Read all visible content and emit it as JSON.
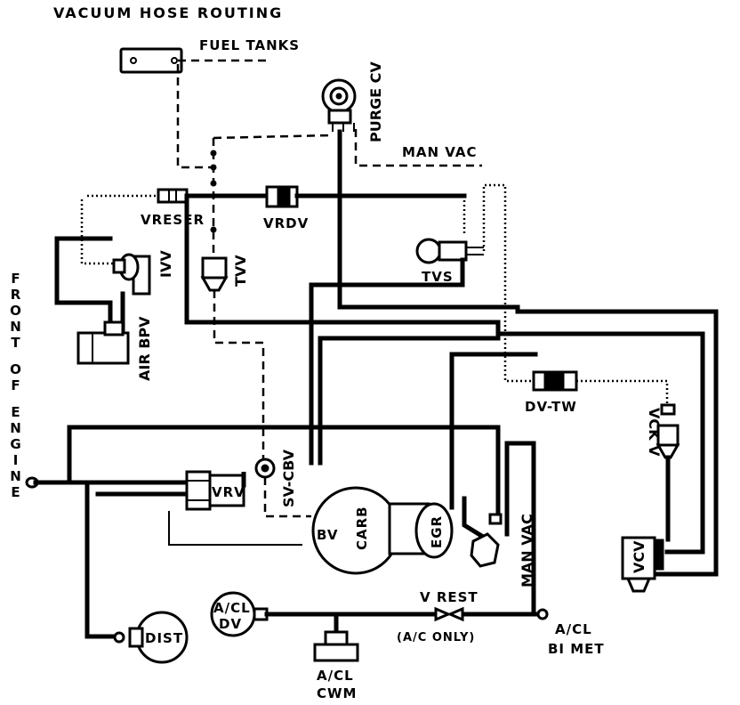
{
  "title": "VACUUM HOSE ROUTING",
  "side_label": [
    "F",
    "R",
    "O",
    "N",
    "T",
    "",
    "O",
    "F",
    "",
    "E",
    "N",
    "G",
    "I",
    "N",
    "E"
  ],
  "labels": {
    "fuel_tanks": "FUEL TANKS",
    "purge_cv": "PURGE CV",
    "man_vac_top": "MAN VAC",
    "vreser": "VRESER",
    "vrdv": "VRDV",
    "ivv": "IVV",
    "tvv": "TVV",
    "tvs": "TVS",
    "air_bpv": "AIR BPV",
    "dv_tw": "DV-TW",
    "vck_v": "VCK V",
    "vcv": "VCV",
    "vrv": "VRV",
    "sv_cbv": "SV-CBV",
    "carb": "CARB",
    "bv": "BV",
    "egr": "EGR",
    "man_vac_right": "MAN VAC",
    "dist": "DIST",
    "a_cl_dv": "A/CL DV",
    "v_rest": "V REST",
    "a_c_only": "(A/C ONLY)",
    "a_cl_bi_met": "A/CL BI MET",
    "a_cl_cwm": "A/CL CWM"
  }
}
